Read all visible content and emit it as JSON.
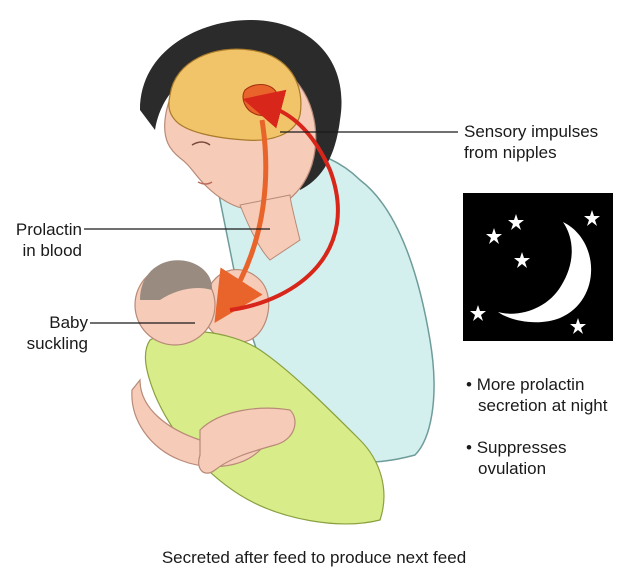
{
  "labels": {
    "sensory": [
      "Sensory impulses",
      "from nipples"
    ],
    "prolactin": [
      "Prolactin",
      "in blood"
    ],
    "baby": [
      "Baby",
      "suckling"
    ]
  },
  "night_panel": {
    "icon": "moon-and-stars",
    "background": "#000000",
    "foreground": "#ffffff"
  },
  "bullets": [
    {
      "marker": "•",
      "lines": [
        "More prolactin",
        "secretion at night"
      ]
    },
    {
      "marker": "•",
      "lines": [
        "Suppresses",
        "ovulation"
      ]
    }
  ],
  "caption": "Secreted after feed to produce next feed",
  "colors": {
    "hair": "#2b2b2b",
    "skin": "#f6cbb8",
    "brain": "#f2c46a",
    "blood_arrow": "#e8642a",
    "nerve_arrow": "#d8261a",
    "clothing": "#d4f0ee",
    "baby_blanket": "#d9ec8a",
    "baby_hair": "#9a8b80"
  }
}
